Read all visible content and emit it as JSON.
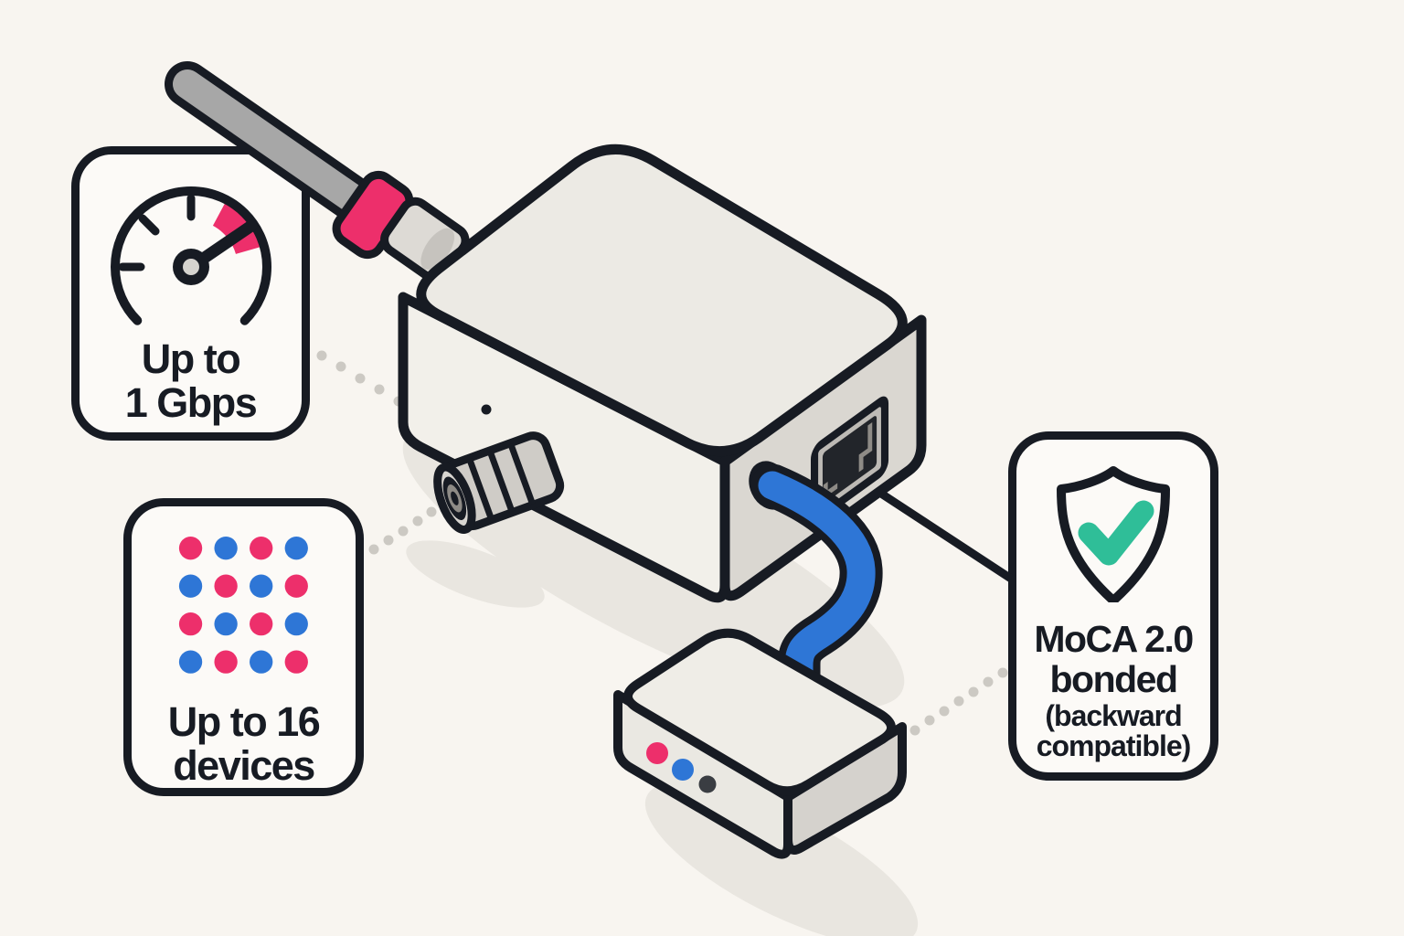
{
  "callouts": {
    "speed": {
      "icon": "speedometer-icon",
      "line1": "Up to",
      "line2": "1 Gbps"
    },
    "devices": {
      "icon": "devices-dot-grid-icon",
      "line1": "Up to 16",
      "line2": "devices",
      "grid_pattern": [
        [
          "pink",
          "blue",
          "pink",
          "blue"
        ],
        [
          "blue",
          "pink",
          "blue",
          "pink"
        ],
        [
          "pink",
          "blue",
          "pink",
          "blue"
        ],
        [
          "blue",
          "pink",
          "blue",
          "pink"
        ]
      ]
    },
    "moca": {
      "icon": "shield-check-icon",
      "line1": "MoCA 2.0",
      "line2": "bonded",
      "line3": "(backward",
      "line4": "compatible)"
    }
  },
  "scene": {
    "illustration": "moca-network-diagram",
    "elements": [
      "coax-cable",
      "moca-adapter",
      "coax-connector",
      "ethernet-port",
      "ethernet-cable",
      "router-box",
      "router-status-leds"
    ],
    "connector_lines": [
      "dotted-speed-to-adapter",
      "dotted-devices-to-coax",
      "dotted-router-to-moca",
      "solid-adapter-to-moca"
    ]
  },
  "colors": {
    "background": "#F8F5F0",
    "outline": "#171B23",
    "panel": "#FCFAF7",
    "pink": "#ED2F6B",
    "blue": "#2E76D6",
    "teal": "#2FBE98",
    "gray_cable": "#A7A7A7",
    "dotted_line": "#CCC9C3",
    "shadow": "#E9E6E0"
  }
}
